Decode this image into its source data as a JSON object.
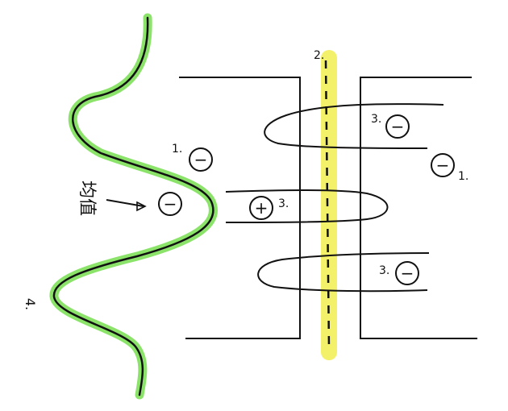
{
  "colors": {
    "ink": "#111111",
    "curve_highlight": "#8be36a",
    "membrane_highlight": "#f3f06a"
  },
  "labels": {
    "topo_label": "2.",
    "curve_label": "4.",
    "curve_text": "均值",
    "left_charge_number": "1.",
    "right_charge_number": "1.",
    "loop_top_number": "3.",
    "loop_middle_number": "3.",
    "loop_bottom_number": "3."
  },
  "charges": {
    "minus": "−",
    "plus": "+",
    "left_curve_charge": "−",
    "upper_left_charge": "−",
    "right_charge": "−",
    "top_loop_charge": "−",
    "middle_loop_charge": "+",
    "bottom_loop_charge": "−"
  },
  "icons": {
    "arrow": "arrow-icon"
  }
}
